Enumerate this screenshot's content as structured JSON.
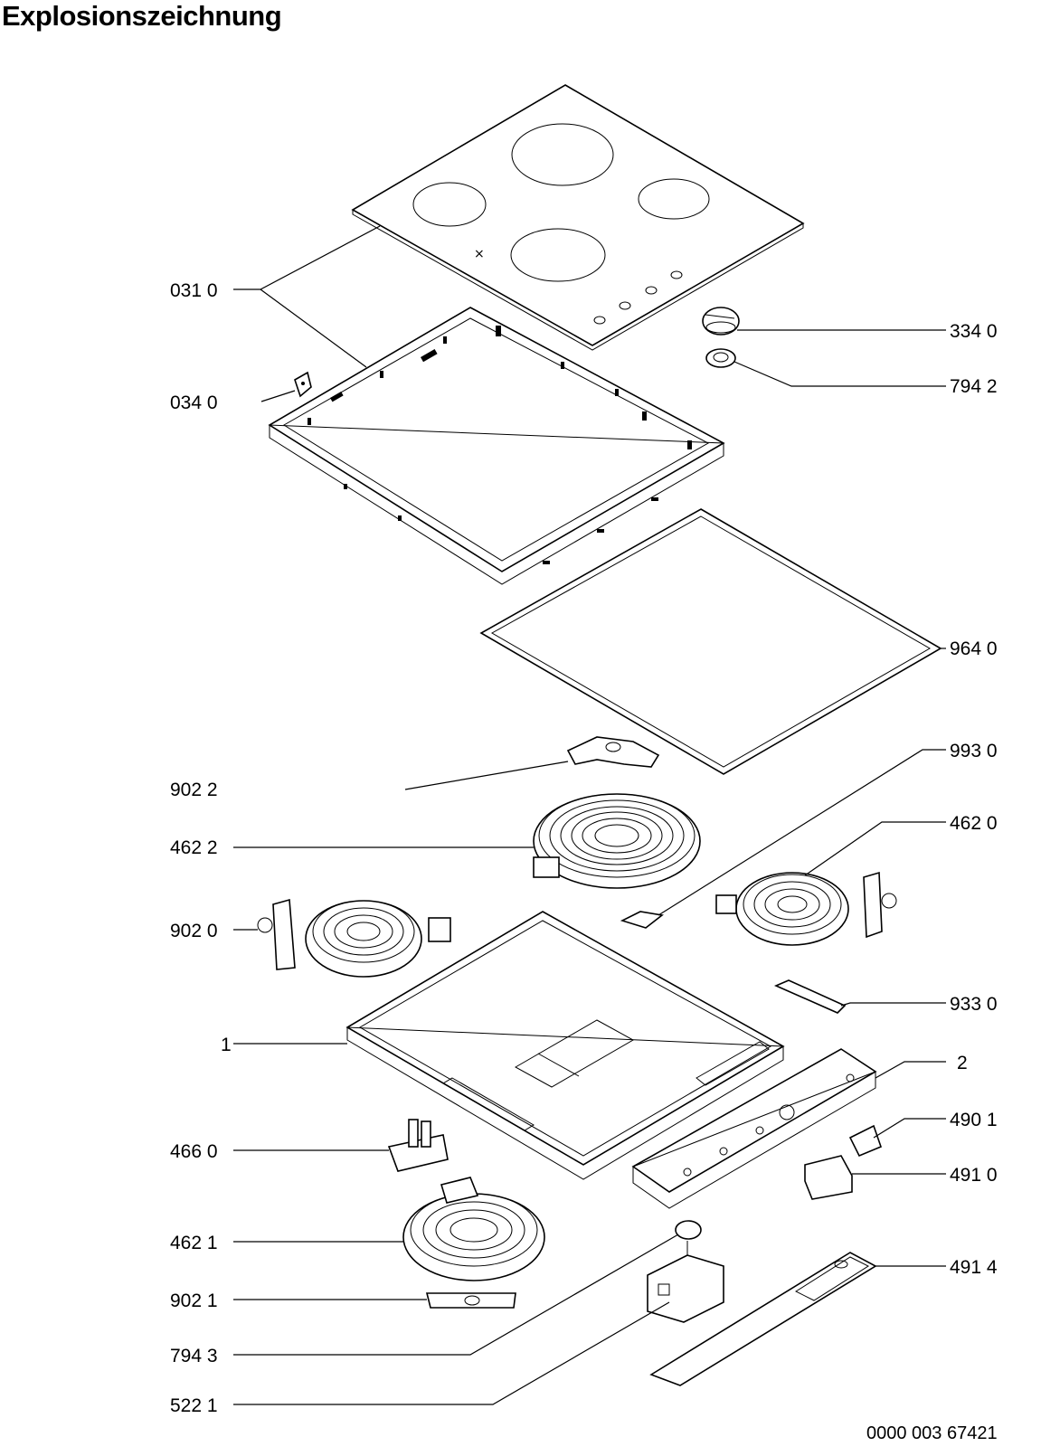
{
  "title": "Explosionszeichnung",
  "document_number": "0000 003 67421",
  "labels": {
    "glass_top": "031 0",
    "frame_clip": "034 0",
    "knob": "334 0",
    "knob_ring": "794 2",
    "gasket": "964 0",
    "bracket_top": "902 2",
    "spring_clip": "993 0",
    "heater_large": "462 2",
    "heater_right": "462 0",
    "bracket_left": "902 0",
    "bracket_small": "933 0",
    "base_tray": "1",
    "control_housing": "2",
    "terminal_block": "466 0",
    "connector_small": "490 1",
    "connector_block": "491 0",
    "heater_bottom": "462 1",
    "cover_strip": "491 4",
    "bracket_bottom": "902 1",
    "knob_cap": "794 3",
    "energy_regulator": "522 1"
  }
}
